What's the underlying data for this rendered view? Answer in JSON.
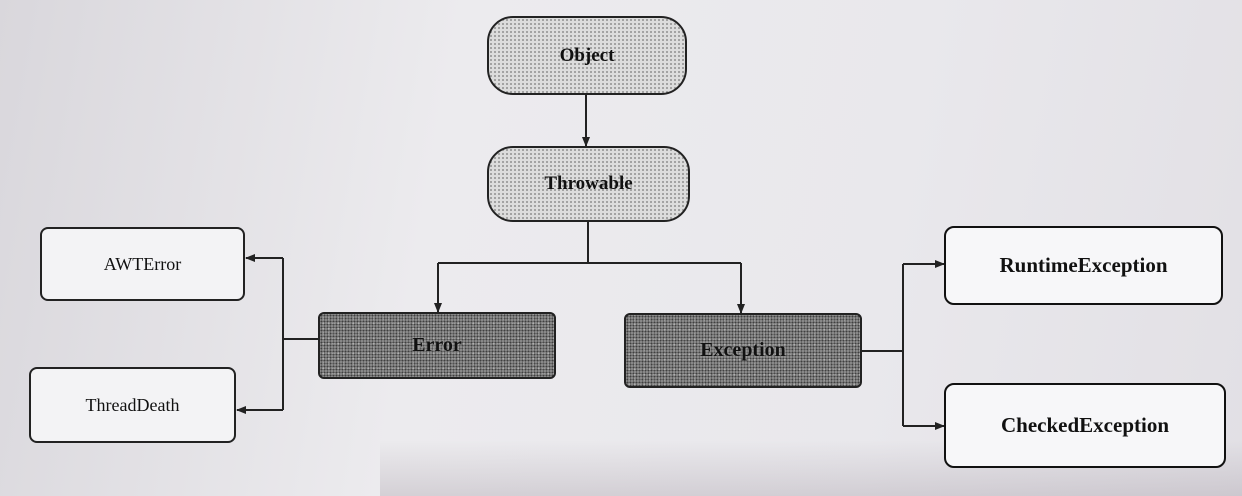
{
  "diagram": {
    "nodes": {
      "object": "Object",
      "throwable": "Throwable",
      "error": "Error",
      "exception": "Exception",
      "awt_error": "AWTError",
      "thread_death": "ThreadDeath",
      "runtime_exception": "RuntimeException",
      "checked_exception": "CheckedException"
    }
  }
}
